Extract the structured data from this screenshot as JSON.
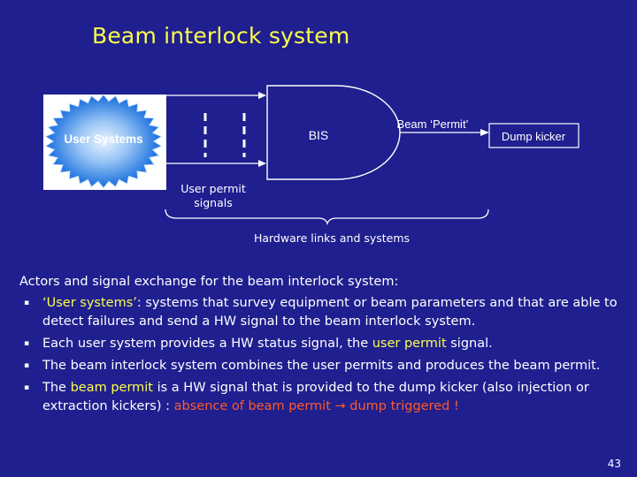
{
  "title": "Beam interlock system",
  "diagram": {
    "user_systems_label": "User Systems",
    "bis_label": "BIS",
    "beam_permit_label": "Beam ‘Permit’",
    "dump_kicker_label": "Dump kicker",
    "user_permit_label": "User permit signals",
    "hw_links_label": "Hardware links and systems"
  },
  "body": {
    "intro": "Actors and signal exchange for the beam interlock system:",
    "bullet": "▪",
    "items": [
      {
        "parts": [
          {
            "text": "‘User systems’",
            "color": "yellow"
          },
          {
            "text": ": systems that survey equipment or beam parameters and that are able to detect failures and send a HW signal to the beam interlock system.",
            "color": "white"
          }
        ]
      },
      {
        "parts": [
          {
            "text": "Each user system provides a HW status signal, the ",
            "color": "white"
          },
          {
            "text": "user permit",
            "color": "yellow"
          },
          {
            "text": " signal.",
            "color": "white"
          }
        ]
      },
      {
        "parts": [
          {
            "text": "The beam interlock system combines the user permits and produces the beam permit.",
            "color": "white"
          }
        ]
      },
      {
        "parts": [
          {
            "text": "The ",
            "color": "white"
          },
          {
            "text": "beam permit",
            "color": "yellow"
          },
          {
            "text": " is a HW signal that is provided to the dump kicker (also injection or extraction kickers) : ",
            "color": "white"
          },
          {
            "text": "absence of beam permit → dump triggered !",
            "color": "red"
          }
        ]
      }
    ]
  },
  "page_number": "43",
  "colors": {
    "background": "#1f1f8f",
    "title": "#ffff4a",
    "highlight_yellow": "#ffff4a",
    "highlight_red": "#ff5a2a",
    "user_systems_fill": "#1a73e0",
    "user_systems_box": "#ffffff"
  }
}
